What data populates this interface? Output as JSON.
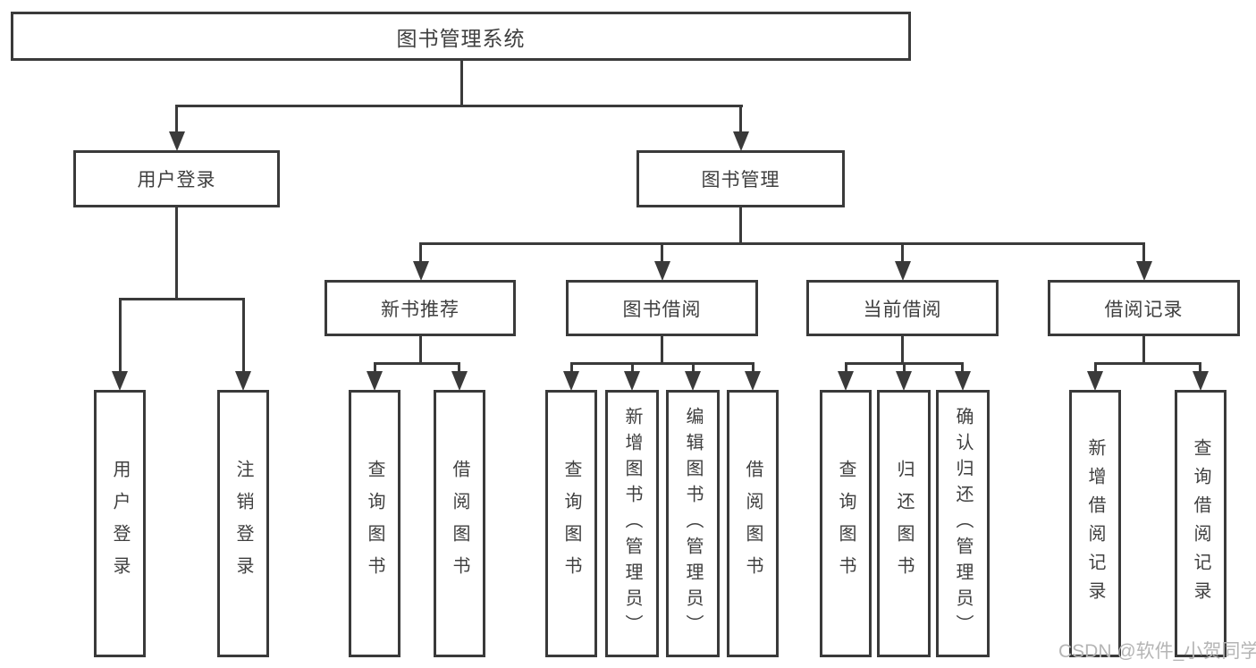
{
  "colors": {
    "line": "#3a3a3a",
    "text": "#3f3f3f",
    "watermark": "#b5b5b5",
    "background": "#ffffff"
  },
  "diagram": {
    "root": {
      "label": "图书管理系统"
    },
    "level2": [
      {
        "label": "用户登录"
      },
      {
        "label": "图书管理"
      }
    ],
    "level3": [
      {
        "label": "新书推荐"
      },
      {
        "label": "图书借阅"
      },
      {
        "label": "当前借阅"
      },
      {
        "label": "借阅记录"
      }
    ],
    "leaves": {
      "user": [
        "用户登录",
        "注销登录"
      ],
      "recommend": [
        "查询图书",
        "借阅图书"
      ],
      "borrow": [
        "查询图书",
        "新增图书（管理员）",
        "编辑图书（管理员）",
        "借阅图书"
      ],
      "current": [
        "查询图书",
        "归还图书",
        "确认归还（管理员）"
      ],
      "records": [
        "新增借阅记录",
        "查询借阅记录"
      ]
    }
  },
  "watermark": {
    "text": "CSDN @软件_小贺同学"
  }
}
